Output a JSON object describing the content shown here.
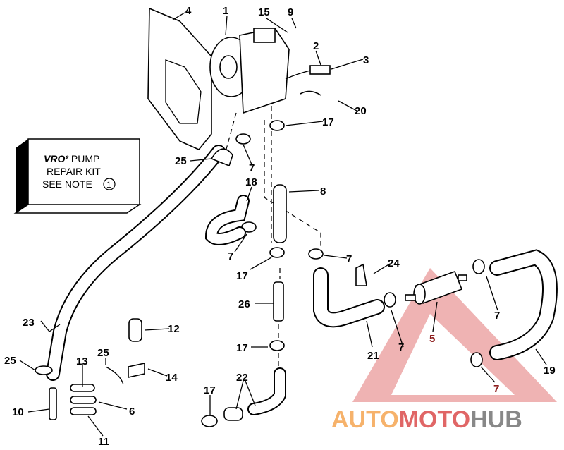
{
  "kit_box": {
    "line1_brand": "VRO²",
    "line1_suffix": "PUMP",
    "line2": "REPAIR KIT",
    "line3": "SEE NOTE",
    "note_ref": "1"
  },
  "callouts": [
    "4",
    "1",
    "15",
    "9",
    "2",
    "3",
    "20",
    "17",
    "25",
    "7",
    "18",
    "8",
    "7",
    "17",
    "7",
    "24",
    "26",
    "12",
    "23",
    "21",
    "7",
    "5",
    "7",
    "19",
    "17",
    "25",
    "13",
    "25",
    "14",
    "10",
    "6",
    "11",
    "17",
    "22",
    "7"
  ],
  "watermark": {
    "part1": "AUTO",
    "part2": "MOTO",
    "part3": "HUB",
    "colors": {
      "auto": "#f6b26b",
      "moto": "#e06666",
      "hub": "#888888",
      "triangle": "#ea9999"
    }
  }
}
